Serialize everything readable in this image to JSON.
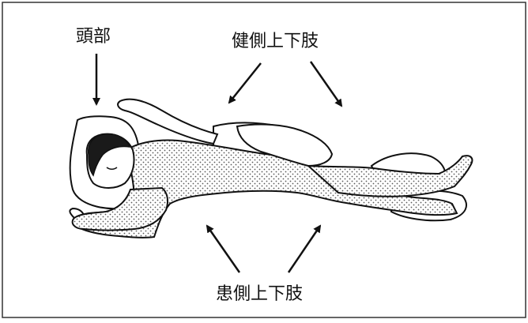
{
  "labels": {
    "head": "頭部",
    "unaffected_limbs": "健側上下肢",
    "affected_limbs": "患側上下肢"
  },
  "colors": {
    "line": "#111111",
    "background": "#ffffff",
    "frame": "#333333",
    "pillow_fill": "#ffffff",
    "hair": "#1a1a1a",
    "dot": "#5a5a5a"
  }
}
